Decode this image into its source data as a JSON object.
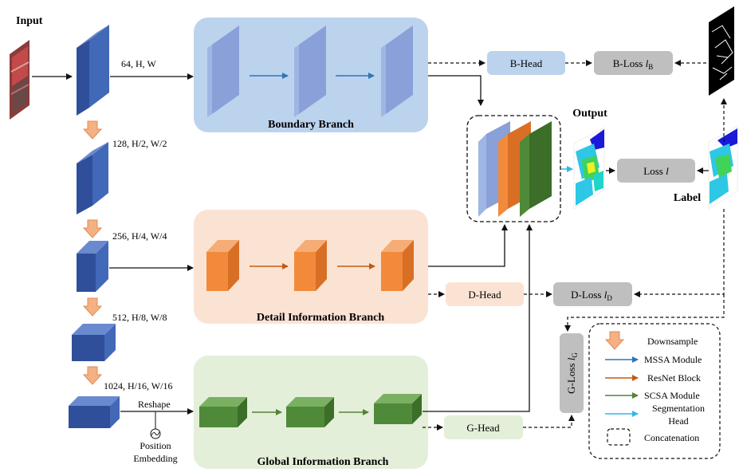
{
  "title": {
    "input": "Input",
    "output": "Output",
    "label": "Label"
  },
  "dims": {
    "d1": "64, H, W",
    "d2": "128, H/2, W/2",
    "d3": "256, H/4, W/4",
    "d4": "512, H/8, W/8",
    "d5": "1024, H/16, W/16"
  },
  "branches": {
    "boundary": "Boundary Branch",
    "detail": "Detail Information Branch",
    "global": "Global Information Branch"
  },
  "heads": {
    "b": "B-Head",
    "d": "D-Head",
    "g": "G-Head"
  },
  "losses": {
    "b_prefix": "B-Loss ",
    "b_var": "l",
    "b_sub": "B",
    "d_prefix": "D-Loss ",
    "d_var": "l",
    "d_sub": "D",
    "g_prefix": "G-Loss ",
    "g_var": "l",
    "g_sub": "G",
    "main_prefix": "Loss ",
    "main_var": "l"
  },
  "misc": {
    "reshape": "Reshape",
    "position": "Position",
    "embedding": "Embedding"
  },
  "legend": {
    "downsample": "Downsample",
    "mssa": "MSSA Module",
    "resnet": "ResNet Block",
    "scsa": "SCSA Module",
    "seg_line1": "Segmentation",
    "seg_line2": "Head",
    "concat": "Concatenation"
  },
  "colors": {
    "encoder_blue": "#2f4f9a",
    "boundary_panel": "#bcd3ee",
    "detail_panel": "#fbe3d4",
    "global_panel": "#e3efd9",
    "mssa_arrow": "#2e75b6",
    "resnet_arrow": "#c55a11",
    "scsa_arrow": "#548235",
    "seg_head_arrow": "#35b6e8",
    "downsample_arrow": "#f4b183",
    "loss_box": "#bfbfbf"
  }
}
